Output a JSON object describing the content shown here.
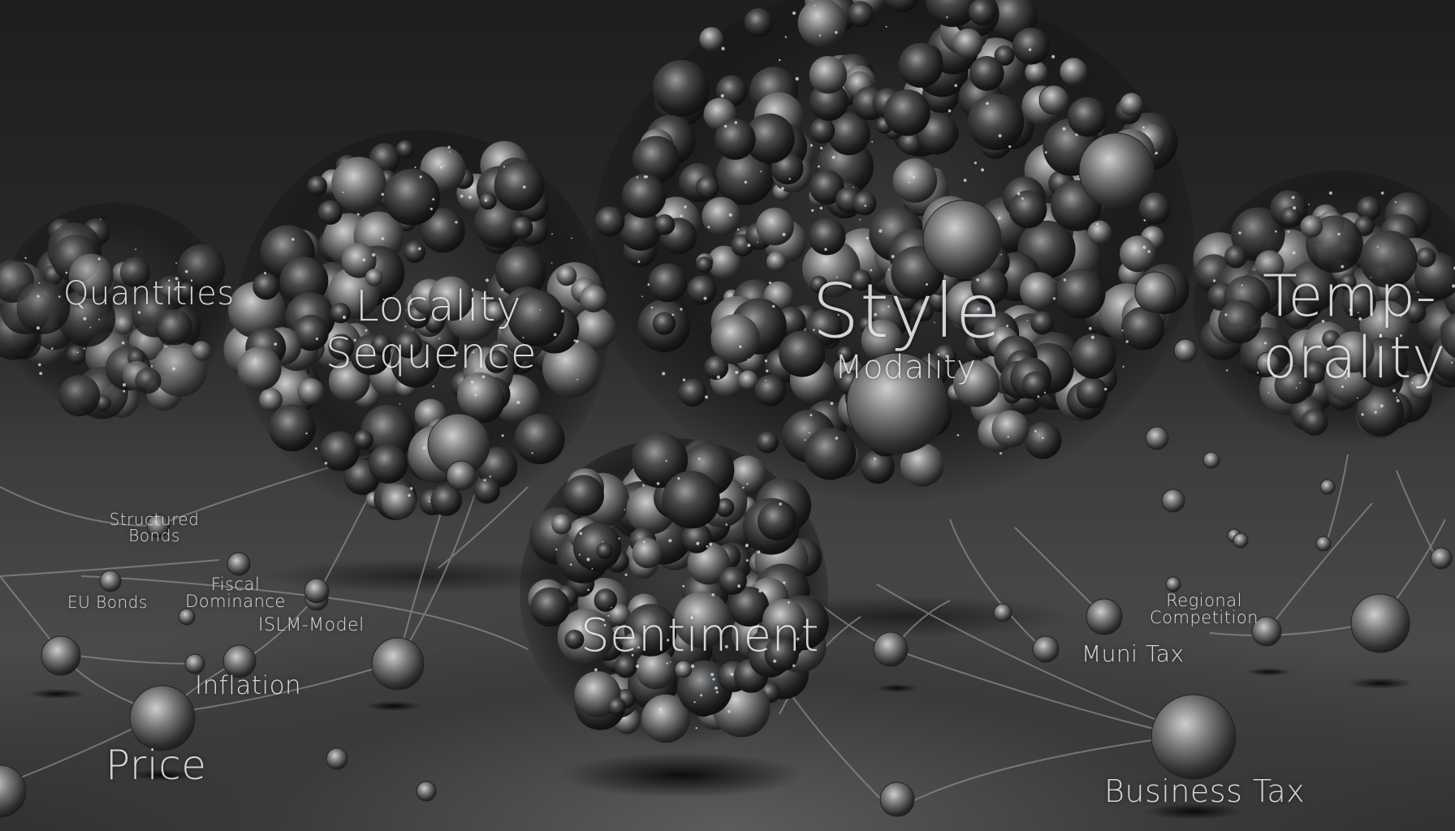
{
  "image": {
    "alt_subject": "",
    "clusters": [
      {
        "id": "quantities",
        "label": "Quantities"
      },
      {
        "id": "locality",
        "label_line1": "Locality",
        "label_line2": "Sequence"
      },
      {
        "id": "style",
        "label": "Style",
        "sublabel": "Modality"
      },
      {
        "id": "temporality",
        "label_line1": "Temp-",
        "label_line2": "orality"
      },
      {
        "id": "sentiment",
        "label": "Sentiment"
      }
    ],
    "node_labels": {
      "structured_bonds": {
        "line1": "Structured",
        "line2": "Bonds"
      },
      "eu_bonds": "EU Bonds",
      "fiscal_dominance": {
        "line1": "Fiscal",
        "line2": "Dominance"
      },
      "islm_model": "ISLM-Model",
      "inflation": "Inflation",
      "price": "Price",
      "regional_competition": {
        "line1": "Regional",
        "line2": "Competition"
      },
      "muni_tax": "Muni Tax",
      "business_tax": "Business Tax"
    },
    "colors": {
      "background_top": "#1e1e1e",
      "floor": "#4a4a4a",
      "cluster_dark": "#1c1c1c",
      "cluster_highlight": "#b8b8b8",
      "strand": "#8a8a8a",
      "spark": "#bfe3ff",
      "label": "#ebeef2"
    }
  }
}
